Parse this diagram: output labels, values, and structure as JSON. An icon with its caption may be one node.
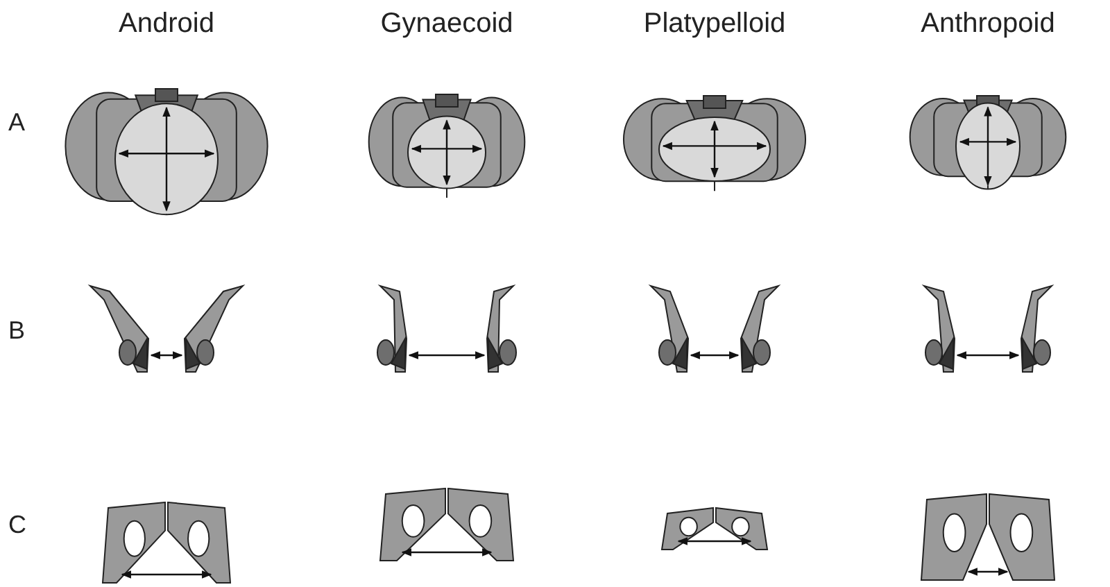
{
  "diagram": {
    "labels": [
      "Android",
      "Gynaecoid",
      "Platypelloid",
      "Anthropoid",
      "A",
      "B",
      "C"
    ]
  }
}
